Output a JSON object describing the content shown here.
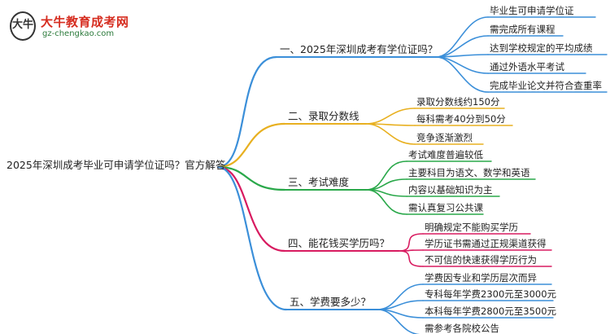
{
  "logo": {
    "mark": "大牛",
    "title": "大牛教育成考网",
    "url": "gz-chengkao.com"
  },
  "mindmap": {
    "root": "2025年深圳成考毕业可申请学位证吗？官方解答",
    "branches": [
      {
        "label": "一、2025年深圳成考有学位证吗？",
        "color": "#3b8fd9",
        "leaves": [
          "毕业生可申请学位证",
          "需完成所有课程",
          "达到学校规定的平均成绩",
          "通过外语水平考试",
          "完成毕业论文并符合查重率"
        ]
      },
      {
        "label": "二、录取分数线",
        "color": "#e8b020",
        "leaves": [
          "录取分数线约150分",
          "每科需考40分到50分",
          "竞争逐渐激烈"
        ]
      },
      {
        "label": "三、考试难度",
        "color": "#2aa84a",
        "leaves": [
          "考试难度普遍较低",
          "主要科目为语文、数学和英语",
          "内容以基础知识为主",
          "需认真复习公共课"
        ]
      },
      {
        "label": "四、能花钱买学历吗？",
        "color": "#d81b60",
        "leaves": [
          "明确规定不能购买学历",
          "学历证书需通过正规渠道获得",
          "不可信的快速获得学历行为"
        ]
      },
      {
        "label": "五、学费要多少？",
        "color": "#3b8fd9",
        "leaves": [
          "学费因专业和学历层次而异",
          "专科每年学费2300元至3000元",
          "本科每年学费2800元至3500元",
          "需参考各院校公告"
        ]
      }
    ]
  }
}
